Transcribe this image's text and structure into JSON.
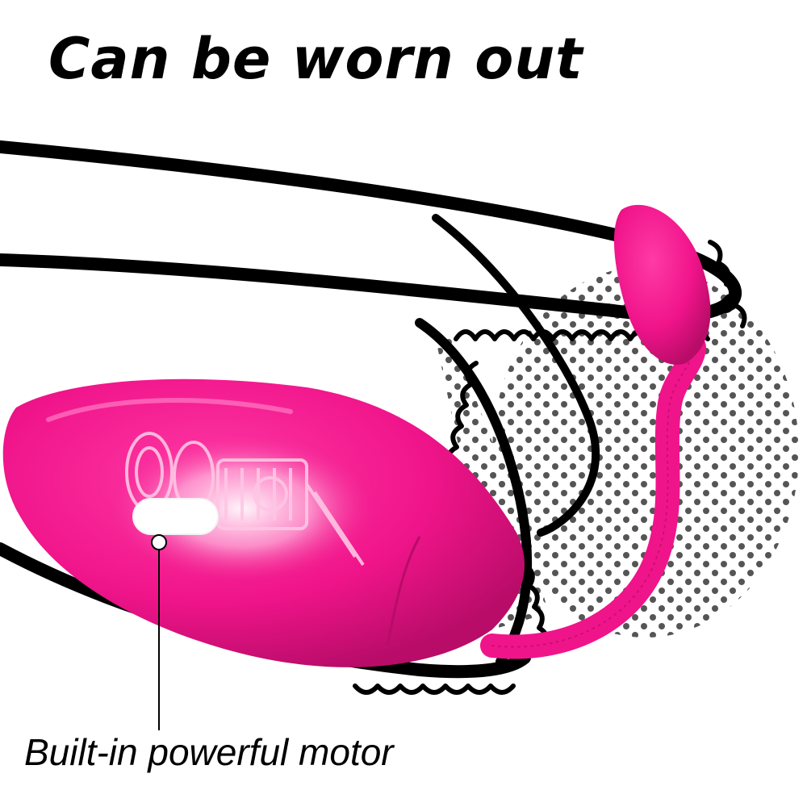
{
  "headline": {
    "text": "Can be worn out"
  },
  "callout": {
    "label": "Built-in powerful motor"
  },
  "colors": {
    "product": "#f0148a",
    "product_dark": "#c90f72",
    "outline": "#000000",
    "dots": "#555555",
    "motor_glow": "#ffffff"
  },
  "icons": {
    "garment": "underwear-outline-illustration",
    "device": "vibrator-egg-illustration",
    "motor": "motor-cutaway-icon"
  }
}
